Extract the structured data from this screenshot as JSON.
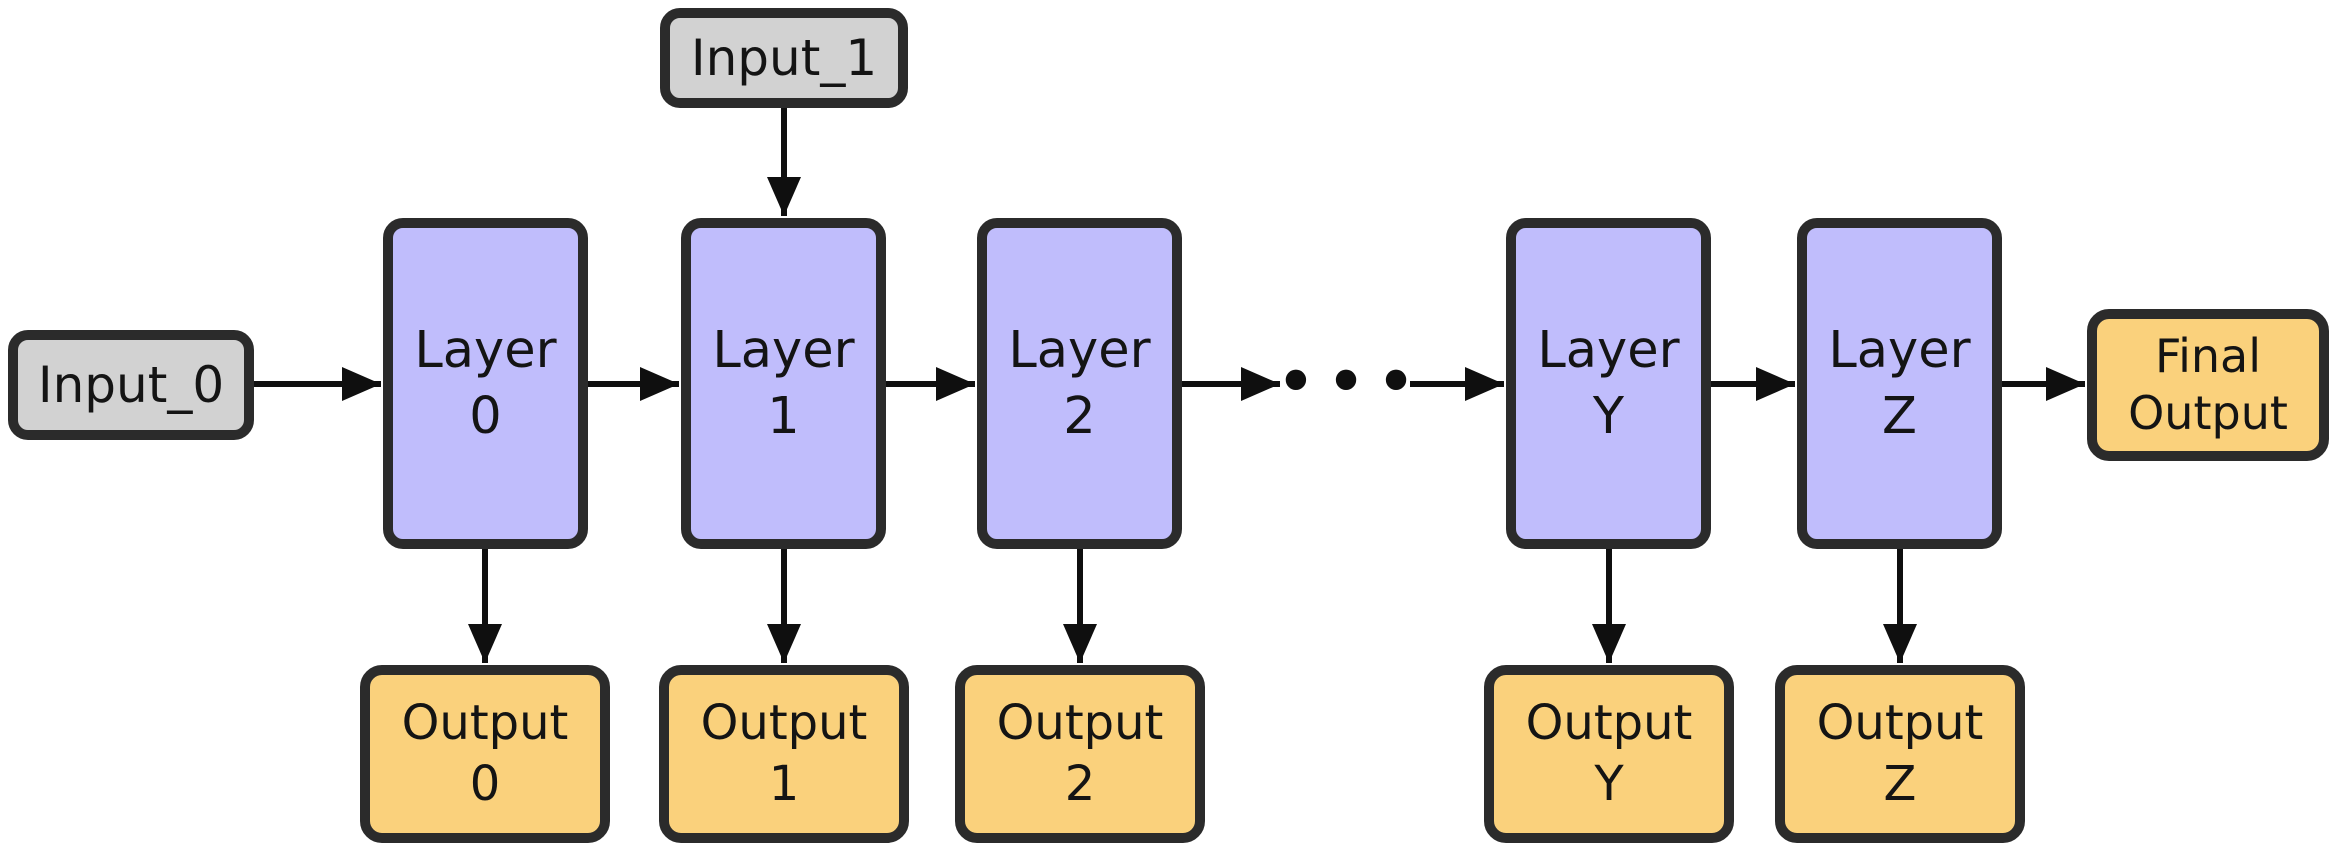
{
  "diagram": {
    "type": "flowchart-left-to-right",
    "colors": {
      "background": "#ffffff",
      "layer_fill": "#c0bdfc",
      "input_fill": "#d2d2d2",
      "output_fill": "#fad17c",
      "border": "#2b2b2b",
      "arrow": "#0f0f0f"
    },
    "nodes": {
      "input_0": {
        "label": "Input_0",
        "type": "input"
      },
      "input_1": {
        "label": "Input_1",
        "type": "input"
      },
      "layer_0": {
        "label": "Layer\n0",
        "type": "layer"
      },
      "layer_1": {
        "label": "Layer\n1",
        "type": "layer"
      },
      "layer_2": {
        "label": "Layer\n2",
        "type": "layer"
      },
      "layer_y": {
        "label": "Layer\nY",
        "type": "layer"
      },
      "layer_z": {
        "label": "Layer\nZ",
        "type": "layer"
      },
      "output_0": {
        "label": "Output\n0",
        "type": "output"
      },
      "output_1": {
        "label": "Output\n1",
        "type": "output"
      },
      "output_2": {
        "label": "Output\n2",
        "type": "output"
      },
      "output_y": {
        "label": "Output\nY",
        "type": "output"
      },
      "output_z": {
        "label": "Output\nZ",
        "type": "output"
      },
      "final_output": {
        "label": "Final\nOutput",
        "type": "output"
      }
    },
    "ellipsis": "•••",
    "edges": [
      {
        "from": "input_0",
        "to": "layer_0"
      },
      {
        "from": "input_1",
        "to": "layer_1"
      },
      {
        "from": "layer_0",
        "to": "layer_1"
      },
      {
        "from": "layer_1",
        "to": "layer_2"
      },
      {
        "from": "layer_2",
        "to": "ellipsis"
      },
      {
        "from": "ellipsis",
        "to": "layer_y"
      },
      {
        "from": "layer_y",
        "to": "layer_z"
      },
      {
        "from": "layer_z",
        "to": "final_output"
      },
      {
        "from": "layer_0",
        "to": "output_0"
      },
      {
        "from": "layer_1",
        "to": "output_1"
      },
      {
        "from": "layer_2",
        "to": "output_2"
      },
      {
        "from": "layer_y",
        "to": "output_y"
      },
      {
        "from": "layer_z",
        "to": "output_z"
      }
    ]
  }
}
